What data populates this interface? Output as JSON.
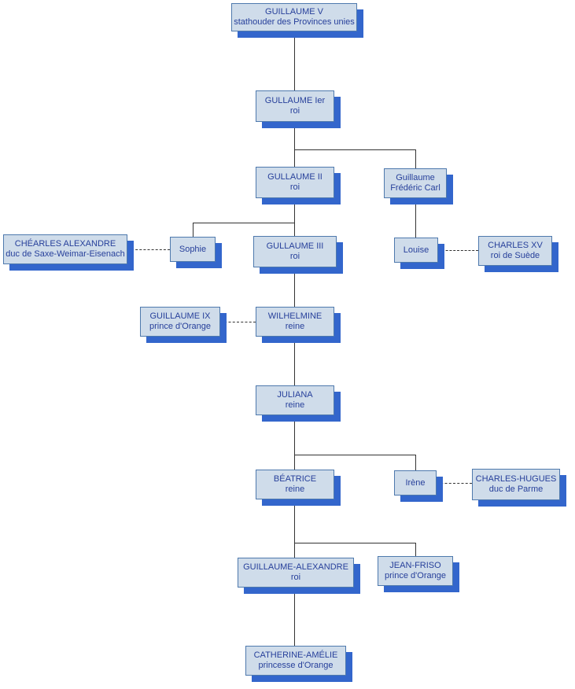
{
  "diagram": {
    "nodes": {
      "guillaume_v": {
        "title": "GUILLAUME V",
        "subtitle": "stathouder des Provinces unies"
      },
      "guillaume_1er": {
        "title": "GULLAUME Ier",
        "subtitle": "roi"
      },
      "guillaume_ii": {
        "title": "GULLAUME II",
        "subtitle": "roi"
      },
      "guillaume_frederic_carl": {
        "title": "Guillaume",
        "subtitle": "Frédéric Carl"
      },
      "chearles_alexandre": {
        "title": "CHÉARLES ALEXANDRE",
        "subtitle": "duc de Saxe-Weimar-Eisenach"
      },
      "sophie": {
        "title": "Sophie"
      },
      "guillaume_iii": {
        "title": "GULLAUME III",
        "subtitle": "roi"
      },
      "louise": {
        "title": "Louise"
      },
      "charles_xv": {
        "title": "CHARLES XV",
        "subtitle": "roi de Suède"
      },
      "guillaume_ix": {
        "title": "GUILLAUME IX",
        "subtitle": "prince d'Orange"
      },
      "wilhelmine": {
        "title": "WILHELMINE",
        "subtitle": "reine"
      },
      "juliana": {
        "title": "JULIANA",
        "subtitle": "reine"
      },
      "beatrice": {
        "title": "BÉATRICE",
        "subtitle": "reine"
      },
      "irene": {
        "title": "Irène"
      },
      "charles_hugues": {
        "title": "CHARLES-HUGUES",
        "subtitle": "duc de Parme"
      },
      "guillaume_alexandre": {
        "title": "GUILLAUME-ALEXANDRE",
        "subtitle": "roi"
      },
      "jean_friso": {
        "title": "JEAN-FRISO",
        "subtitle": "prince d'Orange"
      },
      "catherine_amelie": {
        "title": "CATHERINE-AMÉLIE",
        "subtitle": "princesse d'Orange"
      }
    },
    "colors": {
      "box_fill": "#cfdcea",
      "box_border": "#4e79ad",
      "box_shadow": "#3366cc",
      "text": "#27409b",
      "connector": "#333333"
    }
  }
}
